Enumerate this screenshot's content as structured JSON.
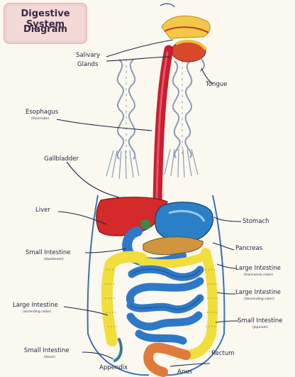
{
  "title": {
    "line1": "Digestive System",
    "line2": "Diagram"
  },
  "labels": {
    "salivary_glands": [
      "Salivary",
      "Glands"
    ],
    "tongue": "Tongue",
    "esophagus": "Esophagus",
    "esophagus_sub": "(food tube)",
    "gallbladder": "Gallbladder",
    "liver": "Liver",
    "stomach": "Stomach",
    "small_intestine_1": "Small Intestine",
    "small_intestine_1_sub": "(duodenum)",
    "pancreas": "Pancreas",
    "large_intestine_r": "Large Intestine",
    "large_intestine_r_sub": "(transverse colon)",
    "large_intestine_r2": "Large Intestine",
    "large_intestine_r2_sub": "(descending colon)",
    "large_intestine_l": "Large Intestine",
    "large_intestine_l_sub": "(ascending colon)",
    "small_intestine_r": "Small Intestine",
    "small_intestine_r_sub": "(jejunum)",
    "small_intestine_l": "Small Intestine",
    "small_intestine_l_sub": "(ileum)",
    "rectum": "Rectum",
    "appendix": "Appendix",
    "anus": "Anus"
  },
  "colors": {
    "esophagus": "#c81e32",
    "liver": "#d42a2a",
    "stomach": "#2b7fc6",
    "small_intestine": "#2e78c8",
    "large_intestine": "#f2de3a",
    "rectum": "#e07a3a",
    "pancreas": "#d0953f",
    "salivary": "#e8b33a",
    "braid": "#8a9bb8"
  }
}
